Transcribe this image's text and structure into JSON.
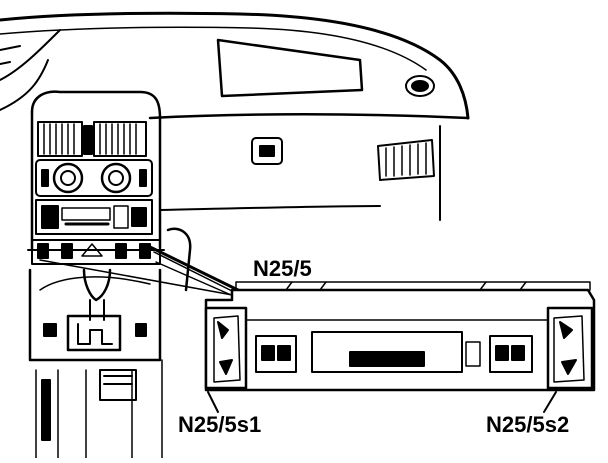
{
  "labels": {
    "module": "N25/5",
    "switch_left": "N25/5s1",
    "switch_right": "N25/5s2"
  }
}
